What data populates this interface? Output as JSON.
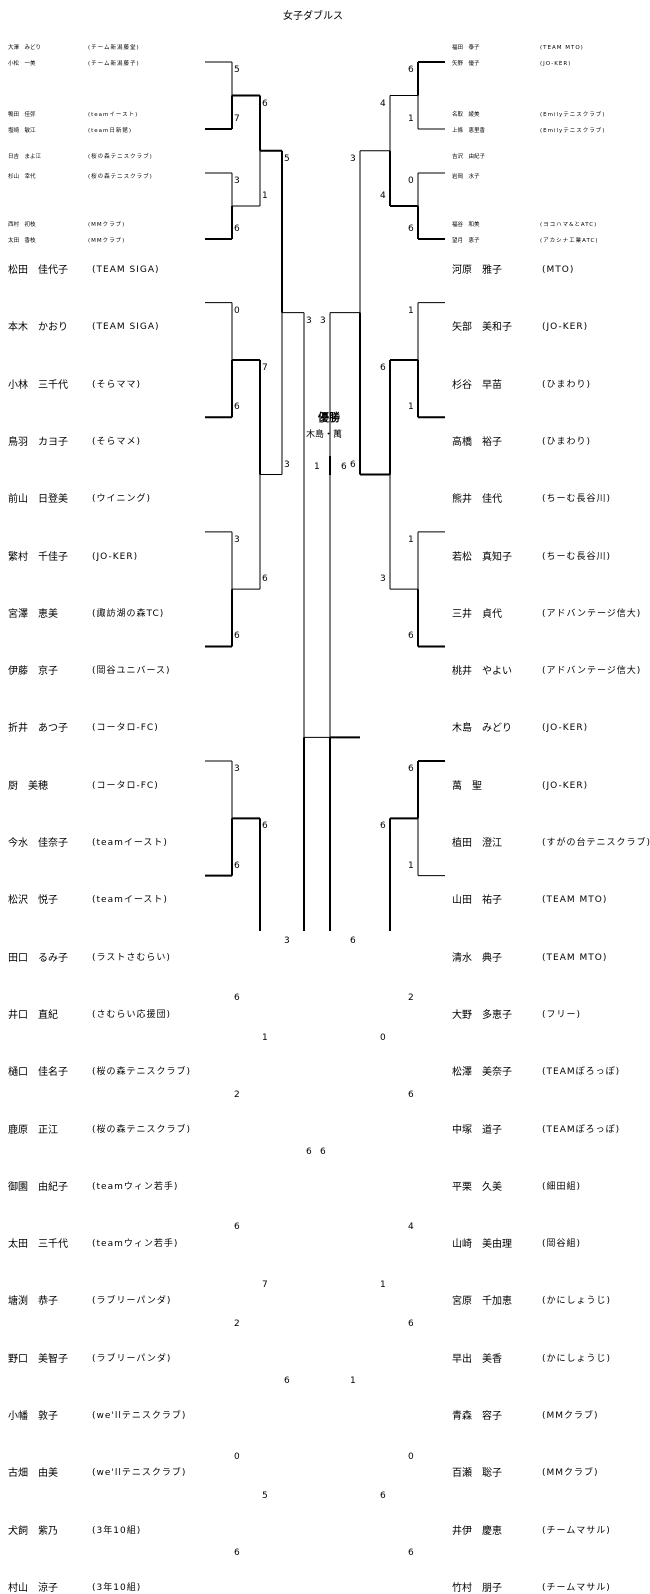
{
  "title": "女子ダブルス",
  "champion": {
    "label": "優勝",
    "names": "木島・萬"
  },
  "left_teams": [
    {
      "names": [
        "大澤　みどり",
        "小松　一美"
      ],
      "club": [
        "(チーム新潟藤堂)",
        "(チーム新潟藤子)"
      ]
    },
    {
      "names": [
        "鴨田　佳弥",
        "塩崎　敏江"
      ],
      "club": [
        "(teamイースト)",
        "(team日新館)"
      ]
    },
    {
      "names": [
        "日吉　まよ江",
        "杉山　幸代"
      ],
      "club": [
        "(桜の森テニスクラブ)",
        "(桜の森テニスクラブ)"
      ]
    },
    {
      "names": [
        "西村　初枝",
        "太田　香枝"
      ],
      "club": [
        "(MMクラブ)",
        "(MMクラブ)"
      ]
    },
    {
      "names": [
        "松田　佳代子",
        "本木　かおり"
      ],
      "club": [
        "(TEAM SIGA)",
        "(TEAM SIGA)"
      ]
    },
    {
      "names": [
        "小林　三千代",
        "鳥羽　カヨ子"
      ],
      "club": [
        "(そらママ)",
        "(そらマメ)"
      ]
    },
    {
      "names": [
        "前山　日登美",
        "繁村　千佳子"
      ],
      "club": [
        "(ウイニング)",
        "(JO-KER)"
      ]
    },
    {
      "names": [
        "宮澤　恵美",
        "伊藤　京子"
      ],
      "club": [
        "(諏訪湖の森TC)",
        "(岡谷ユニバース)"
      ]
    },
    {
      "names": [
        "折井　あつ子",
        "厨　美穂"
      ],
      "club": [
        "(コータロ-FC)",
        "(コータロ-FC)"
      ]
    },
    {
      "names": [
        "今水　佳奈子",
        "松沢　悦子"
      ],
      "club": [
        "(teamイースト)",
        "(teamイースト)"
      ]
    },
    {
      "names": [
        "田口　るみ子",
        "井口　直紀"
      ],
      "club": [
        "(ラストさむらい)",
        "(さむらい応援団)"
      ]
    },
    {
      "names": [
        "樋口　佳名子",
        "鹿原　正江"
      ],
      "club": [
        "(桜の森テニスクラブ)",
        "(桜の森テニスクラブ)"
      ]
    },
    {
      "names": [
        "御園　由紀子",
        "太田　三千代"
      ],
      "club": [
        "(teamウィン若手)",
        "(teamウィン若手)"
      ]
    },
    {
      "names": [
        "塘渕　恭子",
        "野口　美智子"
      ],
      "club": [
        "(ラブリーパンダ)",
        "(ラブリーパンダ)"
      ]
    },
    {
      "names": [
        "小幡　敦子",
        "古畑　由美"
      ],
      "club": [
        "(we'llテニスクラブ)",
        "(we'llテニスクラブ)"
      ]
    },
    {
      "names": [
        "犬飼　紫乃",
        "村山　涼子"
      ],
      "club": [
        "(3年10組)",
        "(3年10組)"
      ]
    }
  ],
  "right_teams": [
    {
      "names": [
        "福田　泰子",
        "矢野　優子"
      ],
      "club": [
        "(TEAM MTO)",
        "(JO-KER)"
      ]
    },
    {
      "names": [
        "名取　綾美",
        "上條　恵里香"
      ],
      "club": [
        "(Emilyテニスクラブ)",
        "(Emilyテニスクラブ)"
      ]
    },
    {
      "names": [
        "吉沢　由紀子",
        "岩岡　水子"
      ],
      "club": [
        "",
        ""
      ]
    },
    {
      "names": [
        "福谷　和美",
        "望月　恵子"
      ],
      "club": [
        "(ヨコハマ&とATC)",
        "(アカシナ工業ATC)"
      ]
    },
    {
      "names": [
        "河原　雅子",
        "矢部　美和子"
      ],
      "club": [
        "(MTO)",
        "(JO-KER)"
      ]
    },
    {
      "names": [
        "杉谷　早苗",
        "高橋　裕子"
      ],
      "club": [
        "(ひまわり)",
        "(ひまわり)"
      ]
    },
    {
      "names": [
        "熊井　佳代",
        "若松　真知子"
      ],
      "club": [
        "(ちーむ長谷川)",
        "(ちーむ長谷川)"
      ]
    },
    {
      "names": [
        "三井　貞代",
        "桃井　やよい"
      ],
      "club": [
        "(アドバンテージ信大)",
        "(アドバンテージ信大)"
      ]
    },
    {
      "names": [
        "木島　みどり",
        "萬　聖"
      ],
      "club": [
        "(JO-KER)",
        "(JO-KER)"
      ]
    },
    {
      "names": [
        "植田　澄江",
        "山田　祐子"
      ],
      "club": [
        "(すがの台テニスクラブ)",
        "(TEAM MTO)"
      ]
    },
    {
      "names": [
        "清水　典子",
        "大野　多恵子"
      ],
      "club": [
        "(TEAM MTO)",
        "(フリー)"
      ]
    },
    {
      "names": [
        "松澤　美奈子",
        "中塚　道子"
      ],
      "club": [
        "(TEAMぽろっぽ)",
        "(TEAMぽろっぽ)"
      ]
    },
    {
      "names": [
        "平栗　久美",
        "山崎　美由理"
      ],
      "club": [
        "(細田組)",
        "(岡谷組)"
      ]
    },
    {
      "names": [
        "宮原　千加恵",
        "早出　美香"
      ],
      "club": [
        "(かにしょうじ)",
        "(かにしょうじ)"
      ]
    },
    {
      "names": [
        "青森　容子",
        "百瀬　聡子"
      ],
      "club": [
        "(MMクラブ)",
        "(MMクラブ)"
      ]
    },
    {
      "names": [
        "井伊　慶恵",
        "竹村　朋子"
      ],
      "club": [
        "(チームマサル)",
        "(チームマサル)"
      ]
    }
  ],
  "left_scores": {
    "r1": [
      "5",
      "7",
      "3",
      "6",
      "0",
      "6",
      "3",
      "6",
      "3",
      "6",
      "6",
      "2",
      "6",
      "2",
      "0",
      "6"
    ],
    "r2": [
      "6",
      "1",
      "7",
      "6",
      "6",
      "1",
      "7",
      "5"
    ],
    "r3": [
      "5",
      "3",
      "3",
      "6"
    ],
    "r4": [
      "3",
      "6"
    ],
    "final": "1"
  },
  "right_scores": {
    "r1": [
      "6",
      "1",
      "0",
      "6",
      "1",
      "1",
      "1",
      "6",
      "6",
      "1",
      "2",
      "6",
      "4",
      "6",
      "0",
      "6"
    ],
    "r2": [
      "4",
      "4",
      "6",
      "3",
      "6",
      "0",
      "1",
      "6"
    ],
    "r3": [
      "3",
      "6",
      "6",
      "1"
    ],
    "r4": [
      "3",
      "6"
    ],
    "final": "6"
  }
}
